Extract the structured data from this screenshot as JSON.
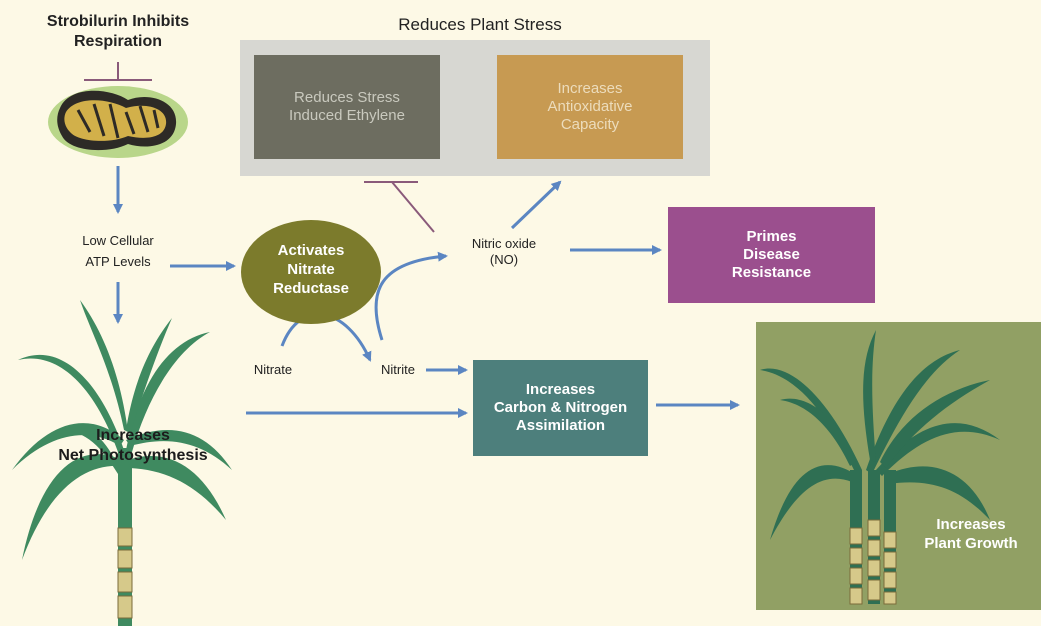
{
  "colors": {
    "background": "#fdf9e6",
    "arrow": "#5b86c2",
    "inhibit": "#8a5a7a",
    "stress_panel": "#d7d7d2",
    "ethylene_box": "#6d6d60",
    "antioxidant_box": "#c79a52",
    "nitrate_reductase": "#7c7b2c",
    "disease_box": "#9b4f8e",
    "assimilation_box": "#4d7f7c",
    "growth_panel": "#91a064",
    "plant_green": "#3f8a60",
    "stalk_yellow": "#d6c98a"
  },
  "title_inhibits": "Strobilurin Inhibits\nRespiration",
  "stress_panel_title": "Reduces Plant Stress",
  "box_ethylene": "Reduces Stress\nInduced Ethylene",
  "box_antioxidative": "Increases\nAntioxidative\nCapacity",
  "label_atp": "Low Cellular\nATP Levels",
  "ellipse_nitrate_reductase": "Activates\nNitrate\nReductase",
  "label_nitric_oxide": "Nitric oxide\n(NO)",
  "box_disease": "Primes\nDisease\nResistance",
  "label_nitrate": "Nitrate",
  "label_nitrite": "Nitrite",
  "box_assimilation": "Increases\nCarbon & Nitrogen\nAssimilation",
  "label_photosynthesis": "Increases\nNet Photosynthesis",
  "label_plant_growth": "Increases\nPlant Growth",
  "icons": {
    "mitochondrion": "mitochondrion-icon",
    "single_cane": "sugarcane-plant-icon",
    "cane_cluster": "sugarcane-cluster-icon"
  }
}
